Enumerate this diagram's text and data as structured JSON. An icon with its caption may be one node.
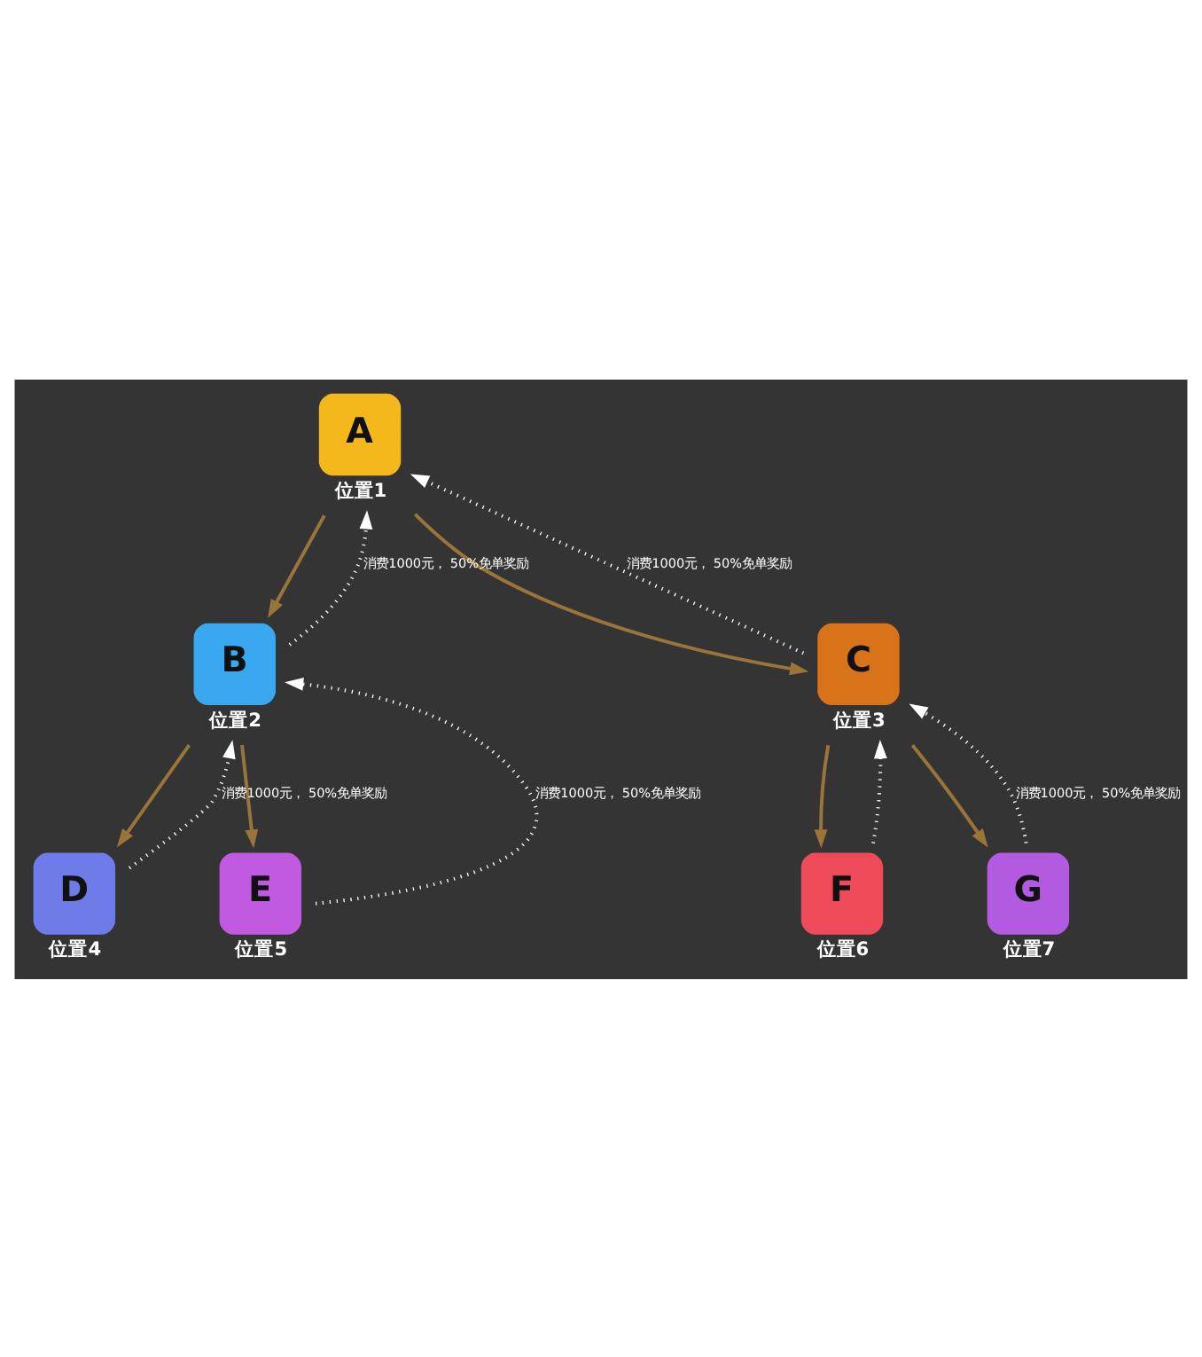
{
  "diagram": {
    "nodes": [
      {
        "text": [
          "A",
          "位置1"
        ]
      },
      {
        "text": [
          "B",
          "位置2"
        ]
      },
      {
        "text": [
          "C",
          "位置3"
        ]
      },
      {
        "text": [
          "D",
          "位置4"
        ]
      },
      {
        "text": [
          "E",
          "位置5"
        ]
      },
      {
        "text": [
          "F",
          "位置6"
        ]
      },
      {
        "text": [
          "G",
          "位置7"
        ]
      }
    ],
    "edges": [
      {
        "from": 0,
        "to": 1,
        "arrow": "to"
      },
      {
        "from": 0,
        "to": 2,
        "arrow": "to"
      },
      {
        "from": 1,
        "to": 0,
        "arrow": "to",
        "style": "dashed",
        "color": "#ffffff",
        "label": "消费1000元， 50%免单奖励"
      },
      {
        "from": 2,
        "to": 0,
        "arrow": "to",
        "style": "dashed",
        "color": "#ffffff",
        "label": "消费1000元， 50%免单奖励"
      },
      {
        "from": 1,
        "to": 3,
        "arrow": "to"
      },
      {
        "from": 1,
        "to": 4,
        "arrow": "to"
      },
      {
        "from": 2,
        "to": 5,
        "arrow": "to"
      },
      {
        "from": 2,
        "to": 6,
        "arrow": "to"
      },
      {
        "from": 3,
        "to": 1,
        "arrow": "to",
        "style": "dashed",
        "color": "#ffffff",
        "label": "消费1000元， 50%免单奖励"
      },
      {
        "from": 4,
        "to": 1,
        "arrow": "to",
        "style": "dashed",
        "color": "#ffffff",
        "label": "消费1000元， 50%免单奖励"
      },
      {
        "from": 5,
        "to": 2,
        "arrow": "to",
        "style": "dashed",
        "color": "#ffffff"
      },
      {
        "from": 6,
        "to": 2,
        "arrow": "to",
        "style": "dashed",
        "color": "#ffffff",
        "label": "消费1000元， 50%免单奖励"
      }
    ]
  }
}
